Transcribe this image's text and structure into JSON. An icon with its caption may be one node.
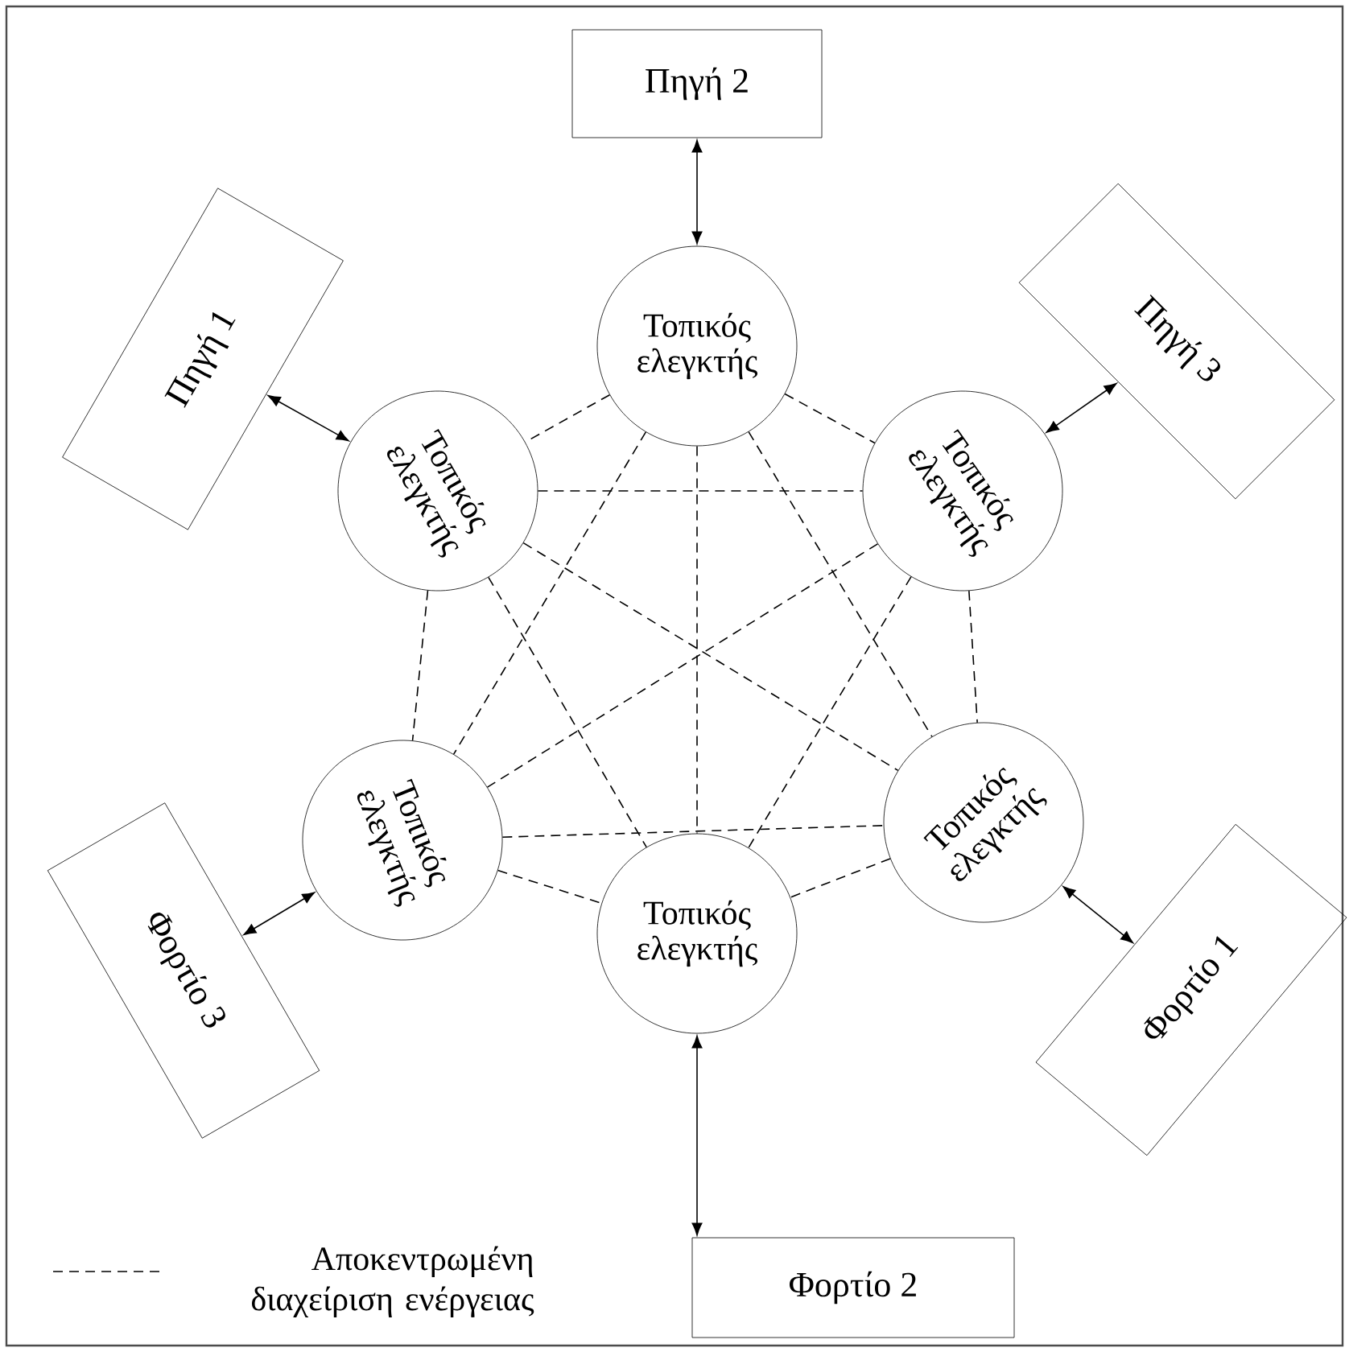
{
  "diagram": {
    "nodes": [
      {
        "text": [
          "Πηγή 2"
        ]
      },
      {
        "text": [
          "Πηγή 1"
        ]
      },
      {
        "text": [
          "Τοπικός ελεγκτής"
        ]
      },
      {
        "text": [
          "Πηγή 3"
        ]
      },
      {
        "text": [
          "Τοπικός ελεγκτής"
        ]
      },
      {
        "text": [
          "Τοπικός ελεγκτής"
        ]
      },
      {
        "text": [
          "Τοπικός ελεγκτής"
        ]
      },
      {
        "text": [
          "Τοπικός ελεγκτής"
        ]
      },
      {
        "text": [
          "Φορτίο 3"
        ]
      },
      {
        "text": [
          "Τοπικός ελεγκτής"
        ]
      },
      {
        "text": [
          "Φορτίο 1"
        ]
      },
      {
        "text": [
          "Φορτίο 2"
        ]
      }
    ],
    "edges": [
      {
        "from": 0,
        "to": 2,
        "arrow": "both"
      },
      {
        "from": 1,
        "to": 4,
        "arrow": "both"
      },
      {
        "from": 3,
        "to": 5,
        "arrow": "both"
      },
      {
        "from": 8,
        "to": 6,
        "arrow": "both"
      },
      {
        "from": 10,
        "to": 7,
        "arrow": "both"
      },
      {
        "from": 11,
        "to": 9,
        "arrow": "both"
      },
      {
        "from": 2,
        "to": 4,
        "arrow": "none",
        "style": "dashed"
      },
      {
        "from": 2,
        "to": 5,
        "arrow": "none",
        "style": "dashed"
      },
      {
        "from": 2,
        "to": 6,
        "arrow": "none",
        "style": "dashed"
      },
      {
        "from": 2,
        "to": 7,
        "arrow": "none",
        "style": "dashed"
      },
      {
        "from": 2,
        "to": 9,
        "arrow": "none",
        "style": "dashed"
      },
      {
        "from": 4,
        "to": 5,
        "arrow": "none",
        "style": "dashed"
      },
      {
        "from": 4,
        "to": 6,
        "arrow": "none",
        "style": "dashed"
      },
      {
        "from": 4,
        "to": 7,
        "arrow": "none",
        "style": "dashed"
      },
      {
        "from": 4,
        "to": 9,
        "arrow": "none",
        "style": "dashed"
      },
      {
        "from": 5,
        "to": 6,
        "arrow": "none",
        "style": "dashed"
      },
      {
        "from": 5,
        "to": 7,
        "arrow": "none",
        "style": "dashed"
      },
      {
        "from": 5,
        "to": 9,
        "arrow": "none",
        "style": "dashed"
      },
      {
        "from": 6,
        "to": 7,
        "arrow": "none",
        "style": "dashed"
      },
      {
        "from": 6,
        "to": 9,
        "arrow": "none",
        "style": "dashed"
      },
      {
        "from": 7,
        "to": 9,
        "arrow": "none",
        "style": "dashed"
      }
    ],
    "legend": [
      {
        "text": "Αποκεντρωμένη διαχείριση ενέργειας"
      }
    ]
  }
}
